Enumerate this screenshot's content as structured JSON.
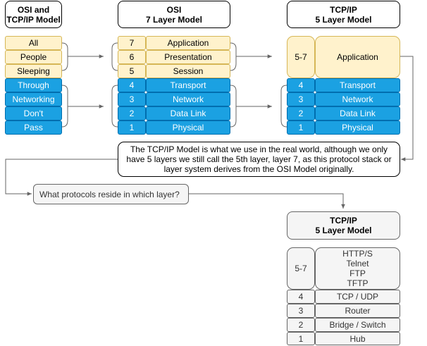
{
  "headers": {
    "left": "OSI and\nTCP/IP Model",
    "osi": "OSI\n7 Layer Model",
    "tcpip_top": "TCP/IP\n5 Layer Model",
    "tcpip_bottom": "TCP/IP\n5 Layer Model"
  },
  "mnemonic": {
    "upper": [
      "All",
      "People",
      "Sleeping"
    ],
    "lower": [
      "Through",
      "Networking",
      "Don't",
      "Pass"
    ]
  },
  "osi_layers": [
    {
      "num": "7",
      "name": "Application"
    },
    {
      "num": "6",
      "name": "Presentation"
    },
    {
      "num": "5",
      "name": "Session"
    },
    {
      "num": "4",
      "name": "Transport"
    },
    {
      "num": "3",
      "name": "Network"
    },
    {
      "num": "2",
      "name": "Data Link"
    },
    {
      "num": "1",
      "name": "Physical"
    }
  ],
  "tcpip_layers": {
    "top": {
      "num": "5-7",
      "name": "Application"
    },
    "rest": [
      {
        "num": "4",
        "name": "Transport"
      },
      {
        "num": "3",
        "name": "Network"
      },
      {
        "num": "2",
        "name": "Data Link"
      },
      {
        "num": "1",
        "name": "Physical"
      }
    ]
  },
  "note_text": "The TCP/IP Model is what we use in the real world, although we only have 5 layers we still call the 5th layer, layer 7, as this protocol stack or layer system derives from the OSI Model originally.",
  "question_text": "What protocols reside in which layer?",
  "protocol_layers": {
    "top": {
      "num": "5-7",
      "protocols": "HTTP/S\nTelnet\nFTP\nTFTP"
    },
    "rest": [
      {
        "num": "4",
        "protocols": "TCP / UDP"
      },
      {
        "num": "3",
        "protocols": "Router"
      },
      {
        "num": "2",
        "protocols": "Bridge / Switch"
      },
      {
        "num": "1",
        "protocols": "Hub"
      }
    ]
  },
  "colors": {
    "upper_fill": "#fff2cc",
    "upper_stroke": "#d6b656",
    "lower_fill": "#1ba1e2",
    "lower_stroke": "#006eaf",
    "grey_fill": "#f5f5f5",
    "grey_stroke": "#666666",
    "connector": "#666666"
  }
}
